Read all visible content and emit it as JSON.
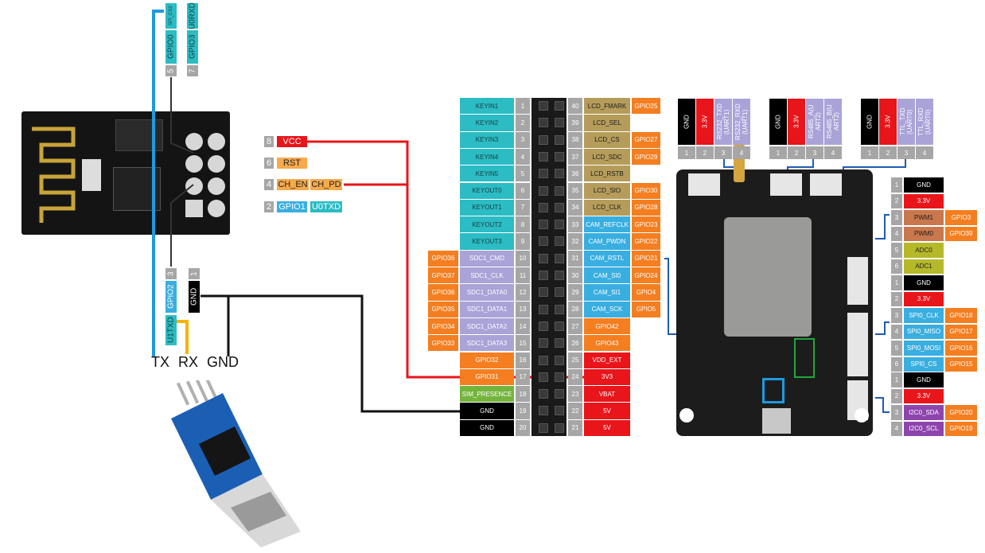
{
  "esp": {
    "top_pins": [
      {
        "func_small": "SPI_CS2",
        "func": "GPIO0",
        "num": "5"
      },
      {
        "func_small": "U0RXD",
        "func": "GPIO3",
        "num": "7"
      }
    ],
    "bottom_pins": [
      {
        "num": "3",
        "func": "GPIO2",
        "extra": "U1TXD"
      },
      {
        "num": "1",
        "func": "GND"
      }
    ],
    "right_pins": [
      {
        "num": "8",
        "func": "VCC"
      },
      {
        "num": "6",
        "func": "RST"
      },
      {
        "num": "4",
        "func": "CH_EN",
        "func2": "CH_PD"
      },
      {
        "num": "2",
        "func": "GPIO1",
        "func2": "U0TXD"
      }
    ]
  },
  "serial": {
    "tx": "TX",
    "rx": "RX",
    "gnd": "GND"
  },
  "header": {
    "left": [
      {
        "gpio": "",
        "name": "KEYIN1",
        "num": "1",
        "color": "teal"
      },
      {
        "gpio": "",
        "name": "KEYIN2",
        "num": "2",
        "color": "teal"
      },
      {
        "gpio": "",
        "name": "KEYIN3",
        "num": "3",
        "color": "teal"
      },
      {
        "gpio": "",
        "name": "KEYIN4",
        "num": "4",
        "color": "teal"
      },
      {
        "gpio": "",
        "name": "KEYIN5",
        "num": "5",
        "color": "teal"
      },
      {
        "gpio": "",
        "name": "KEYOUT0",
        "num": "6",
        "color": "teal"
      },
      {
        "gpio": "",
        "name": "KEYOUT1",
        "num": "7",
        "color": "teal"
      },
      {
        "gpio": "",
        "name": "KEYOUT2",
        "num": "8",
        "color": "teal"
      },
      {
        "gpio": "",
        "name": "KEYOUT3",
        "num": "9",
        "color": "teal"
      },
      {
        "gpio": "GPIO36",
        "name": "SDC1_CMD",
        "num": "10",
        "color": "lav"
      },
      {
        "gpio": "GPIO37",
        "name": "SDC1_CLK",
        "num": "11",
        "color": "lav"
      },
      {
        "gpio": "GPIO36",
        "name": "SDC1_DATA0",
        "num": "12",
        "color": "lav"
      },
      {
        "gpio": "GPIO35",
        "name": "SDC1_DATA1",
        "num": "13",
        "color": "lav"
      },
      {
        "gpio": "GPIO34",
        "name": "SDC1_DATA2",
        "num": "14",
        "color": "lav"
      },
      {
        "gpio": "GPIO33",
        "name": "SDC1_DATA3",
        "num": "15",
        "color": "lav"
      },
      {
        "gpio": "",
        "name": "GPIO32",
        "num": "16",
        "color": "orange"
      },
      {
        "gpio": "",
        "name": "GPIO31",
        "num": "17",
        "color": "orange"
      },
      {
        "gpio": "",
        "name": "SIM_PRESENCE",
        "num": "18",
        "color": "green"
      },
      {
        "gpio": "",
        "name": "GND",
        "num": "19",
        "color": "black"
      },
      {
        "gpio": "",
        "name": "GND",
        "num": "20",
        "color": "black"
      }
    ],
    "right": [
      {
        "num": "40",
        "name": "LCD_FMARK",
        "gpio": "GPIO25",
        "color": "gold"
      },
      {
        "num": "39",
        "name": "LCD_SEL",
        "gpio": "",
        "color": "gold"
      },
      {
        "num": "38",
        "name": "LCD_CS",
        "gpio": "GPIO27",
        "color": "gold"
      },
      {
        "num": "37",
        "name": "LCD_SDC",
        "gpio": "GPIO29",
        "color": "gold"
      },
      {
        "num": "36",
        "name": "LCD_RSTB",
        "gpio": "",
        "color": "gold"
      },
      {
        "num": "35",
        "name": "LCD_SIO",
        "gpio": "GPIO30",
        "color": "gold"
      },
      {
        "num": "34",
        "name": "LCD_CLK",
        "gpio": "GPIO28",
        "color": "gold"
      },
      {
        "num": "33",
        "name": "CAM_REFCLK",
        "gpio": "GPIO23",
        "color": "blue"
      },
      {
        "num": "32",
        "name": "CAM_PWDN",
        "gpio": "GPIO22",
        "color": "blue"
      },
      {
        "num": "31",
        "name": "CAM_RSTL",
        "gpio": "GPIO21",
        "color": "blue"
      },
      {
        "num": "30",
        "name": "CAM_SI0",
        "gpio": "GPIO24",
        "color": "blue"
      },
      {
        "num": "29",
        "name": "CAM_SI1",
        "gpio": "GPIO4",
        "color": "blue"
      },
      {
        "num": "28",
        "name": "CAM_SCK",
        "gpio": "GPIO5",
        "color": "blue"
      },
      {
        "num": "27",
        "name": "GPIO42",
        "gpio": "",
        "color": "orange"
      },
      {
        "num": "26",
        "name": "GPIO43",
        "gpio": "",
        "color": "orange"
      },
      {
        "num": "25",
        "name": "VDD_EXT",
        "gpio": "",
        "color": "red"
      },
      {
        "num": "24",
        "name": "3V3",
        "gpio": "",
        "color": "red"
      },
      {
        "num": "23",
        "name": "VBAT",
        "gpio": "",
        "color": "red"
      },
      {
        "num": "22",
        "name": "5V",
        "gpio": "",
        "color": "red"
      },
      {
        "num": "21",
        "name": "5V",
        "gpio": "",
        "color": "red"
      }
    ]
  },
  "uart_connectors": [
    {
      "labels": [
        "GND",
        "3.3V",
        "RS232_TXD\n(UART1)",
        "RS232_RXD\n(UART1)"
      ],
      "colors": [
        "black",
        "red",
        "lav",
        "lav"
      ],
      "nums": [
        "1",
        "2",
        "3",
        "4"
      ]
    },
    {
      "labels": [
        "GND",
        "3.3V",
        "RS485_A(U\nART2)",
        "RS485_B(U\nART2)"
      ],
      "colors": [
        "black",
        "red",
        "lav",
        "lav"
      ],
      "nums": [
        "1",
        "2",
        "3",
        "4"
      ]
    },
    {
      "labels": [
        "GND",
        "3.3V",
        "TTL_TXD\n(UART0)",
        "TTL_RXD\n(UART0)"
      ],
      "colors": [
        "black",
        "red",
        "lav",
        "lav"
      ],
      "nums": [
        "1",
        "2",
        "3",
        "4"
      ]
    }
  ],
  "side_connectors": [
    {
      "rows": [
        {
          "num": "1",
          "name": "GND",
          "gpio": "",
          "color": "black"
        },
        {
          "num": "2",
          "name": "3.3V",
          "gpio": "",
          "color": "red"
        },
        {
          "num": "3",
          "name": "PWM1",
          "gpio": "GPIO3",
          "color": "brown"
        },
        {
          "num": "4",
          "name": "PWM0",
          "gpio": "GPIO39",
          "color": "brown"
        },
        {
          "num": "5",
          "name": "ADC0",
          "gpio": "",
          "color": "lgreen"
        },
        {
          "num": "6",
          "name": "ADC1",
          "gpio": "",
          "color": "lgreen"
        }
      ]
    },
    {
      "rows": [
        {
          "num": "1",
          "name": "GND",
          "gpio": "",
          "color": "black"
        },
        {
          "num": "2",
          "name": "3.3V",
          "gpio": "",
          "color": "red"
        },
        {
          "num": "3",
          "name": "SPI0_CLK",
          "gpio": "GPIO18",
          "color": "blue"
        },
        {
          "num": "4",
          "name": "SPI0_MISO",
          "gpio": "GPIO17",
          "color": "blue"
        },
        {
          "num": "5",
          "name": "SPI0_MOSI",
          "gpio": "GPIO16",
          "color": "blue"
        },
        {
          "num": "6",
          "name": "SPI0_CS",
          "gpio": "GPIO15",
          "color": "blue"
        }
      ]
    },
    {
      "rows": [
        {
          "num": "1",
          "name": "GND",
          "gpio": "",
          "color": "black"
        },
        {
          "num": "2",
          "name": "3.3V",
          "gpio": "",
          "color": "red"
        },
        {
          "num": "3",
          "name": "I2C0_SDA",
          "gpio": "GPIO20",
          "color": "purple"
        },
        {
          "num": "4",
          "name": "I2C0_SCL",
          "gpio": "GPIO19",
          "color": "purple"
        }
      ]
    }
  ],
  "colors": {
    "wire_red": "#e8151a",
    "wire_black": "#111111",
    "wire_blue": "#1e9ae0",
    "wire_yellow": "#f5b400",
    "board": "#1c1c1c"
  }
}
